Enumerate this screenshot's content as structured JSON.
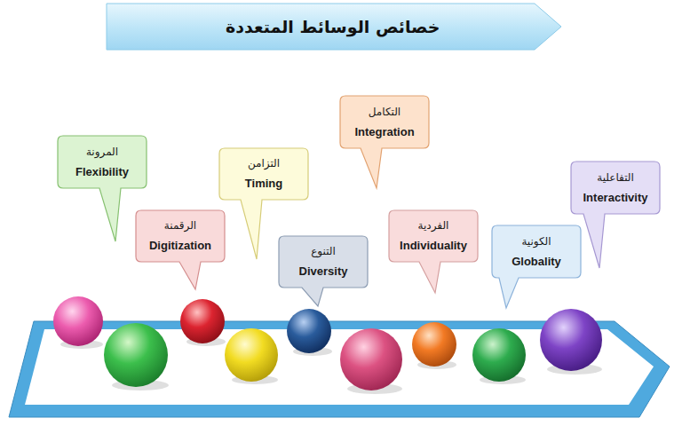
{
  "diagram": {
    "title": "خصائص الوسائط المتعددة",
    "nodes": [
      {
        "text": [
          "المرونة",
          "Flexibility"
        ]
      },
      {
        "text": [
          "الرقمنة",
          "Digitization"
        ]
      },
      {
        "text": [
          "التزامن",
          "Timing"
        ]
      },
      {
        "text": [
          "التنوع",
          "Diversity"
        ]
      },
      {
        "text": [
          "التكامل",
          "Integration"
        ]
      },
      {
        "text": [
          "الفردية",
          "Individuality"
        ]
      },
      {
        "text": [
          "الكونية",
          "Globality"
        ]
      },
      {
        "text": [
          "التفاعلية",
          "Interactivity"
        ]
      }
    ]
  }
}
